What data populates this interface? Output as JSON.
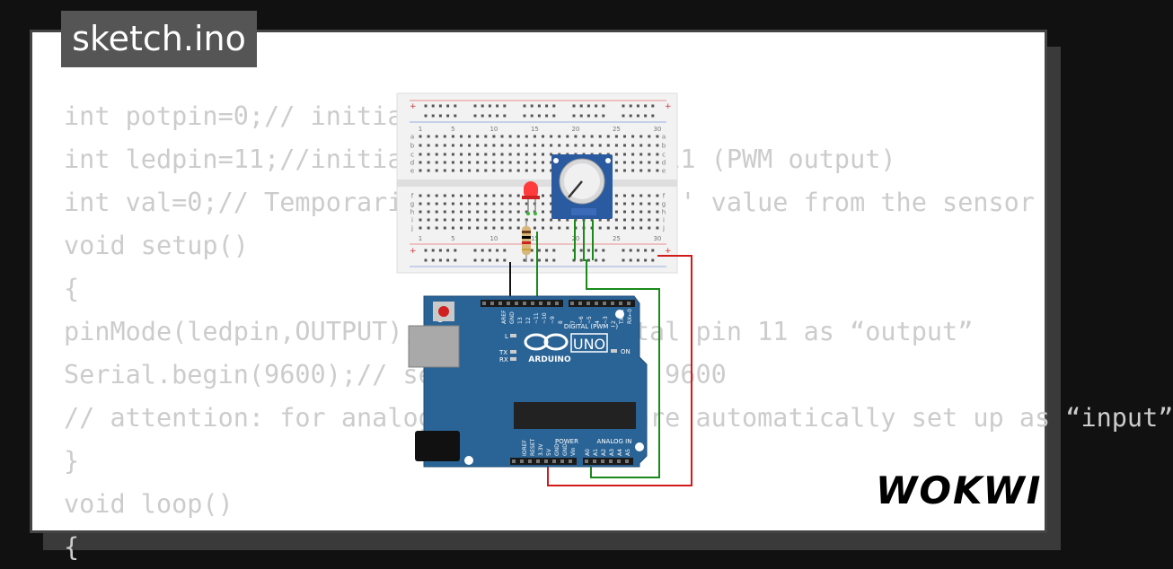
{
  "file_tab": {
    "title": "sketch.ino"
  },
  "code_lines": [
    "int potpin=0;// initialize analog pin 0",
    "int ledpin=11;//initialize digital pin 11 (PWM output)",
    "int val=0;// Temporarily store variables' value from the sensor",
    "void setup()",
    "{",
    "pinMode(ledpin,OUTPUT);// define digital pin 11 as “output”",
    "Serial.begin(9600);// set baud rate at 9600",
    "// attention: for analog ports, they are automatically set up as “input”",
    "}",
    "void loop()",
    "{"
  ],
  "breadboard": {
    "column_numbers": [
      "1",
      "5",
      "10",
      "15",
      "20",
      "25",
      "30"
    ],
    "row_letters_top": [
      "a",
      "b",
      "c",
      "d",
      "e"
    ],
    "row_letters_bottom": [
      "f",
      "g",
      "h",
      "i",
      "j"
    ]
  },
  "arduino": {
    "logo": "UNO",
    "brand": "ARDUINO",
    "digital_label": "DIGITAL (PWM ~)",
    "power_label": "POWER",
    "analog_label": "ANALOG IN",
    "led_l": "L",
    "led_tx": "TX",
    "led_rx": "RX",
    "on_label": "ON",
    "top_pins": [
      "AREF",
      "GND",
      "13",
      "12",
      "~11",
      "~10",
      "~9",
      "8",
      "7",
      "~6",
      "~5",
      "4",
      "~3",
      "2",
      "TX→1",
      "RX←0"
    ],
    "power_pins": [
      "IOREF",
      "RESET",
      "3.3V",
      "5V",
      "GND",
      "GND",
      "Vin"
    ],
    "analog_pins": [
      "A0",
      "A1",
      "A2",
      "A3",
      "A4",
      "A5"
    ]
  },
  "brand_logo": "WOKWI",
  "colors": {
    "background": "#111111",
    "card": "#ffffff",
    "code_text": "#cccccc",
    "tab": "#555555",
    "board": "#2a6496",
    "wire_red": "#d11a1a",
    "wire_green": "#1a8a1a",
    "wire_black": "#111111"
  }
}
